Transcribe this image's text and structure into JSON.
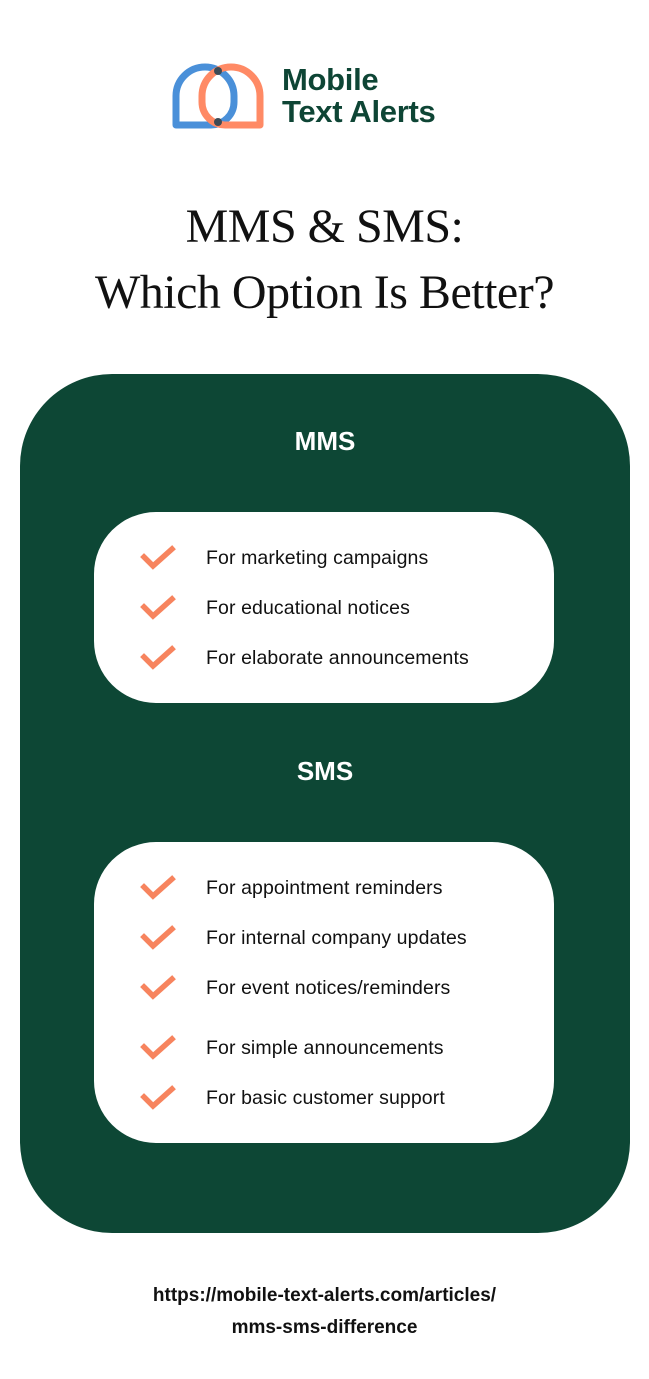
{
  "brand": {
    "name_line1": "Mobile",
    "name_line2": "Text Alerts",
    "colors": {
      "primary_green": "#0d4735",
      "logo_blue": "#4a90d9",
      "logo_orange": "#ff8a65",
      "check_orange": "#f7845e"
    }
  },
  "title": {
    "line1": "MMS & SMS:",
    "line2": "Which Option Is Better?"
  },
  "sections": [
    {
      "heading": "MMS",
      "items": [
        {
          "icon": "check-icon",
          "label": "For marketing campaigns"
        },
        {
          "icon": "check-icon",
          "label": "For educational notices"
        },
        {
          "icon": "check-icon",
          "label": "For elaborate announcements"
        }
      ]
    },
    {
      "heading": "SMS",
      "items": [
        {
          "icon": "check-icon",
          "label": "For appointment reminders"
        },
        {
          "icon": "check-icon",
          "label": "For internal company updates"
        },
        {
          "icon": "check-icon",
          "label": "For event notices/reminders"
        },
        {
          "icon": "check-icon",
          "label": "For simple announcements"
        },
        {
          "icon": "check-icon",
          "label": "For basic customer support"
        }
      ]
    }
  ],
  "source": {
    "line1": "https://mobile-text-alerts.com/articles/",
    "line2": "mms-sms-difference"
  }
}
